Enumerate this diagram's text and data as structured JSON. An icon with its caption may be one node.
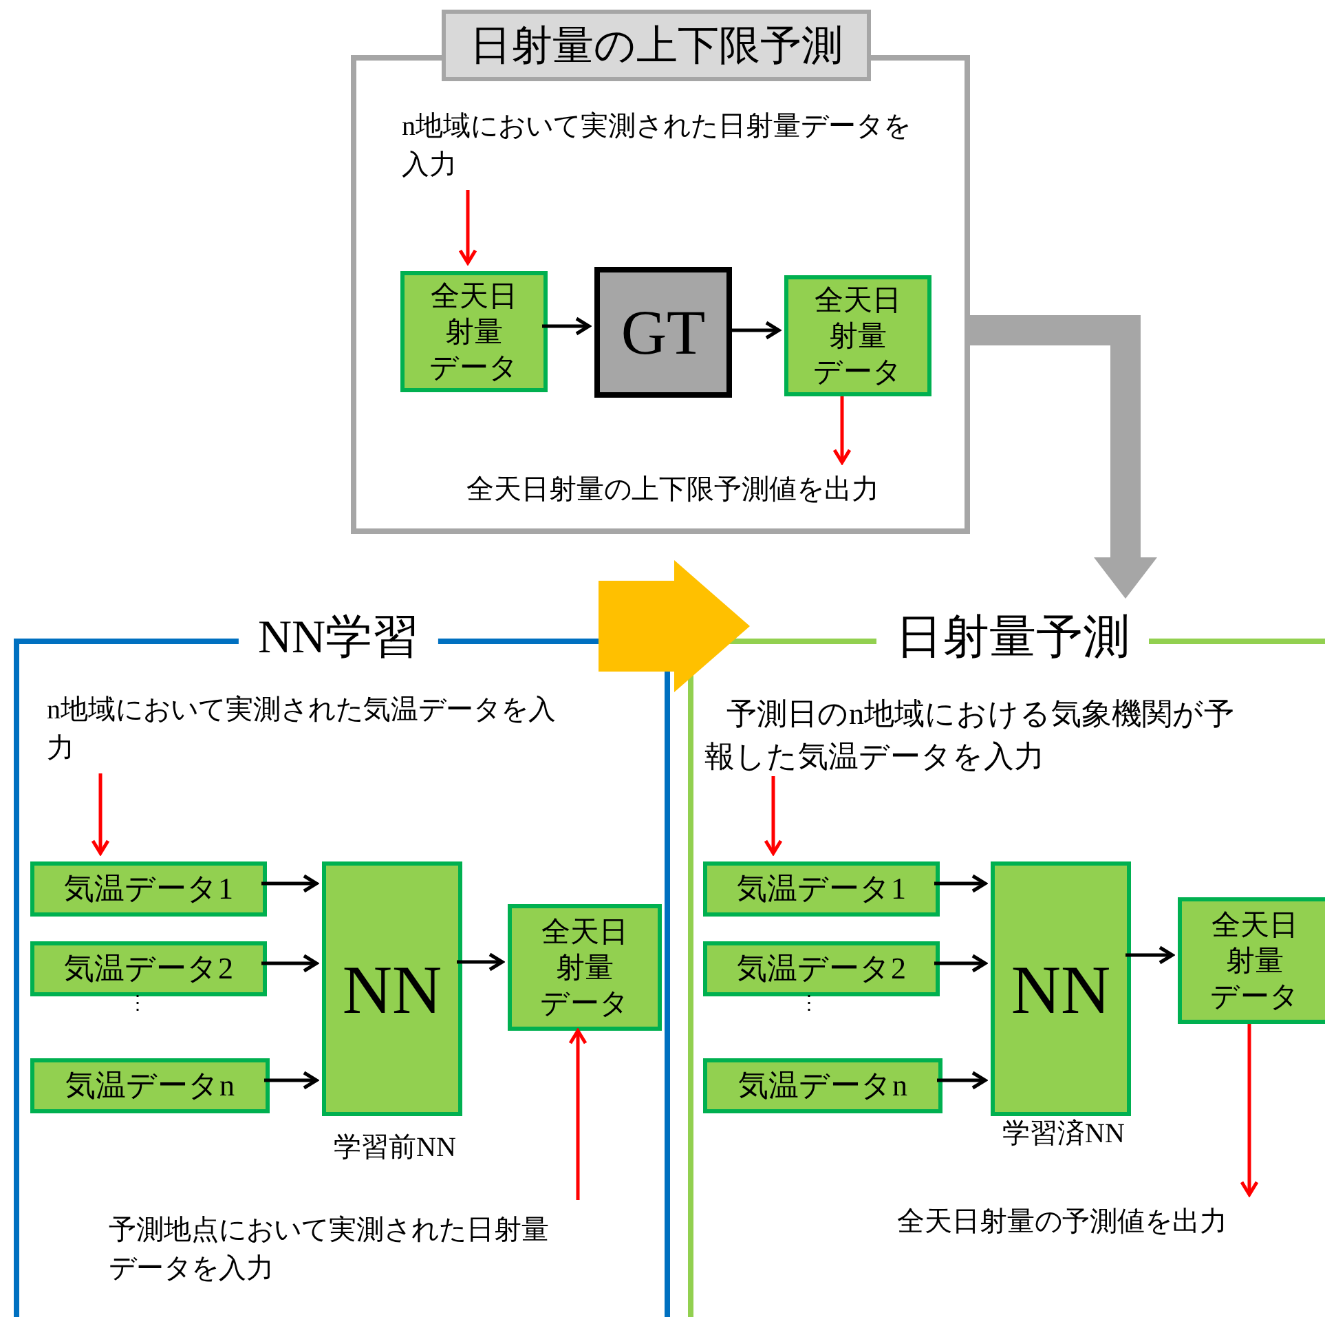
{
  "diagram": {
    "nodes": [
      {
        "text": [
          "日射量の上下限予測"
        ]
      },
      {
        "text": [
          "n地域において実測された日射量データを入力"
        ],
        "in": 0
      },
      {
        "text": [
          "全天日射量データ"
        ],
        "in": 0
      },
      {
        "text": [
          "GT"
        ],
        "in": 0
      },
      {
        "text": [
          "全天日射量データ"
        ],
        "in": 0
      },
      {
        "text": [
          "全天日射量の上下限予測値を出力"
        ],
        "in": 0
      },
      {
        "text": [
          "NN学習"
        ]
      },
      {
        "text": [
          "n地域において実測された気温データを入力"
        ],
        "in": 6
      },
      {
        "text": [
          "気温データ1"
        ],
        "in": 6
      },
      {
        "text": [
          "気温データ2"
        ],
        "in": 6
      },
      {
        "text": [
          "気温データn"
        ],
        "in": 6
      },
      {
        "text": [
          "NN"
        ],
        "in": 6,
        "beside": [
          "学習前NN"
        ]
      },
      {
        "text": [
          "全天日射量データ"
        ],
        "in": 6
      },
      {
        "text": [
          "予測地点において実測された日射量データを入力"
        ],
        "in": 6
      },
      {
        "text": [
          "日射量予測"
        ]
      },
      {
        "text": [
          "予測日のn地域における気象機関が予報した気温データを入力"
        ],
        "in": 14
      },
      {
        "text": [
          "気温データ1"
        ],
        "in": 14
      },
      {
        "text": [
          "気温データ2"
        ],
        "in": 14
      },
      {
        "text": [
          "気温データn"
        ],
        "in": 14
      },
      {
        "text": [
          "NN"
        ],
        "in": 14,
        "beside": [
          "学習済NN"
        ]
      },
      {
        "text": [
          "全天日射量データ"
        ],
        "in": 14
      },
      {
        "text": [
          "全天日射量の予測値を出力"
        ],
        "in": 14
      }
    ],
    "edges": [
      {
        "from": 1,
        "to": 2,
        "arrow": "to",
        "color": "#ff0000"
      },
      {
        "from": 2,
        "to": 3,
        "arrow": "to"
      },
      {
        "from": 3,
        "to": 4,
        "arrow": "to"
      },
      {
        "from": 4,
        "to": 5,
        "arrow": "to",
        "color": "#ff0000"
      },
      {
        "from": 7,
        "to": 8,
        "arrow": "to",
        "color": "#ff0000"
      },
      {
        "from": 8,
        "to": 11,
        "arrow": "to"
      },
      {
        "from": 9,
        "to": 11,
        "arrow": "to"
      },
      {
        "from": 10,
        "to": 11,
        "arrow": "to"
      },
      {
        "from": 11,
        "to": 12,
        "arrow": "to"
      },
      {
        "from": 13,
        "to": 12,
        "arrow": "to",
        "color": "#ff0000"
      },
      {
        "from": 15,
        "to": 16,
        "arrow": "to",
        "color": "#ff0000"
      },
      {
        "from": 16,
        "to": 19,
        "arrow": "to"
      },
      {
        "from": 17,
        "to": 19,
        "arrow": "to"
      },
      {
        "from": 18,
        "to": 19,
        "arrow": "to"
      },
      {
        "from": 19,
        "to": 20,
        "arrow": "to"
      },
      {
        "from": 20,
        "to": 21,
        "arrow": "to",
        "color": "#ff0000"
      },
      {
        "from": 6,
        "to": 14,
        "arrow": "to",
        "style": "thick",
        "color": "#ffc000"
      },
      {
        "from": 0,
        "to": 14,
        "arrow": "to",
        "style": "thick",
        "color": "#a6a6a6"
      }
    ],
    "labels": [
      "⋮",
      "⋮"
    ]
  }
}
